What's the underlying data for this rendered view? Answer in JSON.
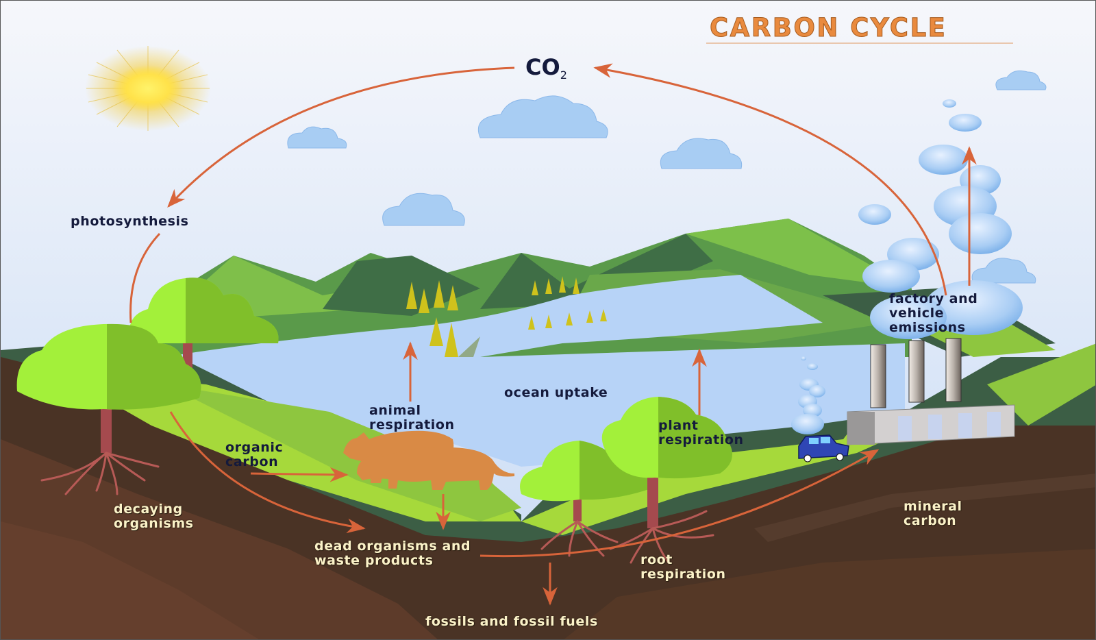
{
  "title": "CARBON CYCLE",
  "center": {
    "molecule": "CO",
    "subscript": "2"
  },
  "labels": {
    "photosynthesis": "photosynthesis",
    "factory_emissions": "factory and\nvehicle\nemissions",
    "ocean_uptake": "ocean uptake",
    "animal_respiration": "animal\nrespiration",
    "plant_respiration": "plant\nrespiration",
    "organic_carbon": "organic\ncarbon",
    "decaying_organisms": "decaying\norganisms",
    "dead_organisms": "dead organisms and\nwaste products",
    "root_respiration": "root\nrespiration",
    "mineral_carbon": "mineral\ncarbon",
    "fossils": "fossils and fossil fuels"
  },
  "icons": {
    "sun": "sun-icon",
    "cloud": "cloud-icon",
    "factory": "factory-icon",
    "car": "car-icon",
    "cow": "cow-icon",
    "tree": "tree-icon",
    "arrow": "arrow-icon"
  },
  "colors": {
    "title": "#e98a3e",
    "arrow": "#d8643a",
    "text_dark": "#141a3c",
    "text_light": "#fbf2c8",
    "sky_top": "#f4f6fb",
    "sky_bottom": "#c9dcf5",
    "water": "#b7d3f7",
    "hill_dark": "#3c5e45",
    "hill_mid": "#5a9a4a",
    "hill_light": "#8ec63f",
    "grass": "#a6d93b",
    "soil_dark": "#4a3325",
    "soil_mid": "#5a3a28",
    "trunk": "#a54a4e",
    "cow": "#d98a45"
  }
}
